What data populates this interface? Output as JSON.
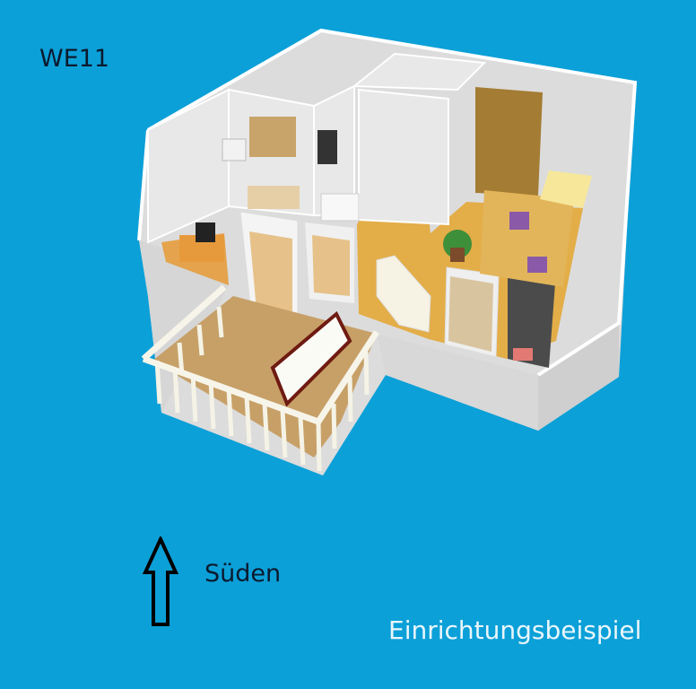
{
  "unit": {
    "title": "WE11"
  },
  "compass": {
    "label": "Süden",
    "direction": "up",
    "icon": "arrow-up-outline-icon"
  },
  "caption": {
    "text": "Einrichtungsbeispiel"
  },
  "floorplan": {
    "rooms": [
      "kitchen",
      "bathroom",
      "hallway",
      "living-room",
      "bedroom",
      "balcony"
    ],
    "colors": {
      "background": "#0ca0d8",
      "wall": "#e6e6e6",
      "wall_side": "#d2d2d2",
      "floor": "#e3ad48",
      "balcony_floor": "#c7a068",
      "bed": "#f6e79a",
      "wardrobe": "#a47c33",
      "shelf": "#e3b55a",
      "cushion": "#8a5aa8",
      "tv_unit": "#4a4a4a"
    }
  }
}
